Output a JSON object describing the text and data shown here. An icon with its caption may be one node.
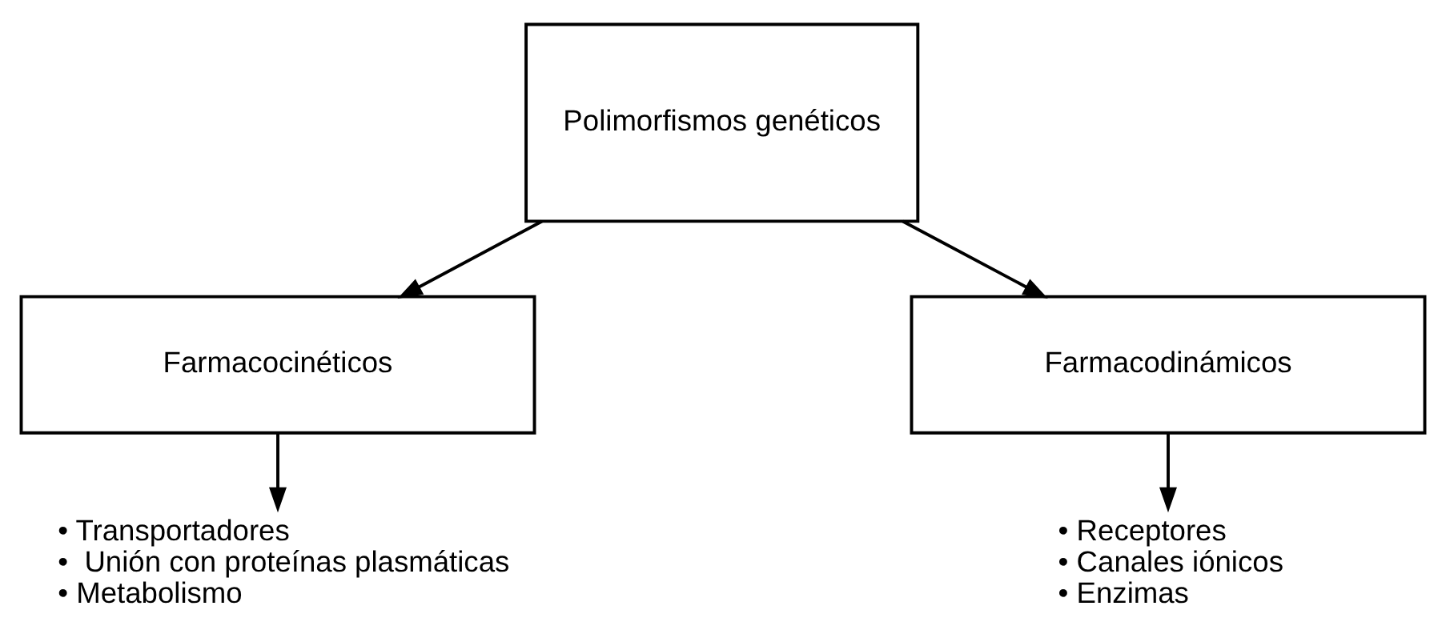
{
  "diagram": {
    "nodes": [
      {
        "text": [
          "Polimorfismos genéticos"
        ]
      },
      {
        "text": [
          "Farmacocinéticos"
        ]
      },
      {
        "text": [
          "Farmacodinámicos"
        ]
      },
      {
        "text": [
          "• Transportadores",
          "•  Unión con proteínas plasmáticas",
          "• Metabolismo"
        ]
      },
      {
        "text": [
          "• Receptores",
          "• Canales iónicos",
          "• Enzimas"
        ]
      }
    ],
    "edges": [
      {
        "from": 0,
        "to": 1,
        "arrow": "to"
      },
      {
        "from": 0,
        "to": 2,
        "arrow": "to"
      },
      {
        "from": 1,
        "to": 3,
        "arrow": "to"
      },
      {
        "from": 2,
        "to": 4,
        "arrow": "to"
      }
    ]
  }
}
